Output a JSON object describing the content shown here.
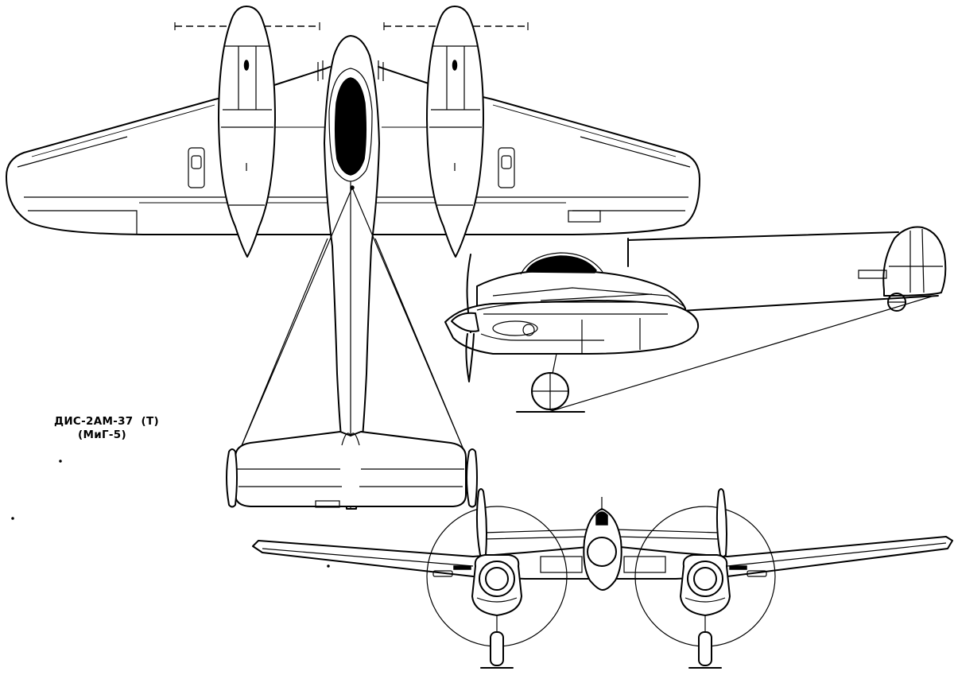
{
  "drawing": {
    "caption_line1": "ДИС-2АМ-37  (Т)",
    "caption_line2": "      (МиГ-5)",
    "views": [
      "top-view",
      "side-view",
      "front-view"
    ]
  }
}
